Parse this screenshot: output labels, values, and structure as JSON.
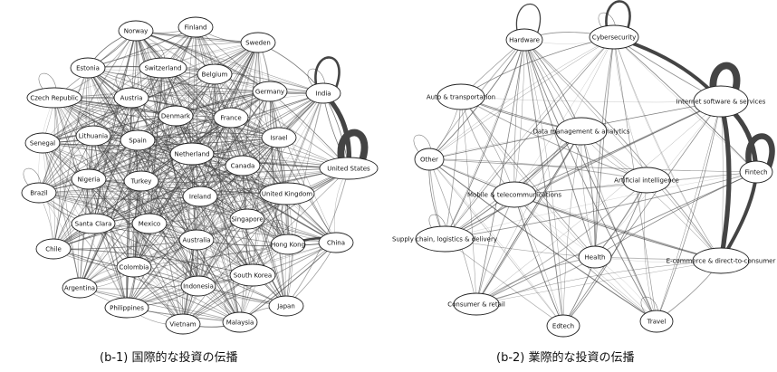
{
  "captions": {
    "left": "(b-1) 国際的な投資の伝播",
    "right": "(b-2) 業際的な投資の伝播"
  },
  "colors": {
    "edge": "#444444",
    "node_fill": "#ffffff",
    "node_stroke": "#222222"
  },
  "country_network": {
    "nodes": [
      "Norway",
      "Finland",
      "Sweden",
      "Estonia",
      "Switzerland",
      "Belgium",
      "Germany",
      "India",
      "Czech Republic",
      "Austria",
      "France",
      "Denmark",
      "Lithuania",
      "Israel",
      "Senegal",
      "Spain",
      "Netherland",
      "Canada",
      "United States",
      "Brazil",
      "Nigeria",
      "Turkey",
      "Ireland",
      "United Kingdom",
      "Santa Clara",
      "Mexico",
      "Singapore",
      "Chile",
      "Australia",
      "Hong Kong",
      "China",
      "Colombia",
      "South Korea",
      "Argentina",
      "Indonesia",
      "Philippines",
      "Japan",
      "Vietnam",
      "Malaysia"
    ],
    "heavy_edges": [
      {
        "from": "India",
        "to": "United States",
        "weight": 4
      },
      {
        "from": "United States",
        "to": "United States",
        "weight": 6
      },
      {
        "from": "India",
        "to": "India",
        "weight": 2
      },
      {
        "from": "China",
        "to": "Hong Kong",
        "weight": 2
      }
    ]
  },
  "industry_network": {
    "nodes": [
      "Hardware",
      "Cybersecurity",
      "Auto & transportation",
      "Internet software & services",
      "Data management & analytics",
      "Other",
      "Fintech",
      "Artificial intelligence",
      "Mobile & telecommunications",
      "Supply chain, logistics & delivery",
      "Health",
      "E-commerce & direct-to-consumer",
      "Consumer & retail",
      "Edtech",
      "Travel"
    ],
    "node_labels": [
      "Hardware",
      "Cybersecurity",
      "Auto & transportation",
      "Internet software & services",
      "Data management & analytics",
      "Other",
      "Fintech",
      "Artificial intelligence",
      "Mobile & telecommunications",
      "Supply chain, logistics & delivery",
      "Health",
      "E-commerce & direct-to-consumer",
      "Consumer & retail",
      "Edtech",
      "Travel"
    ],
    "heavy_edges": [
      {
        "from": "Internet software & services",
        "to": "Internet software & services",
        "weight": 6
      },
      {
        "from": "Fintech",
        "to": "Fintech",
        "weight": 5
      },
      {
        "from": "Internet software & services",
        "to": "Fintech",
        "weight": 4
      },
      {
        "from": "Internet software & services",
        "to": "E-commerce & direct-to-consumer",
        "weight": 4
      },
      {
        "from": "Cybersecurity",
        "to": "Internet software & services",
        "weight": 3
      },
      {
        "from": "Fintech",
        "to": "E-commerce & direct-to-consumer",
        "weight": 3
      },
      {
        "from": "Cybersecurity",
        "to": "Cybersecurity",
        "weight": 2
      },
      {
        "from": "Hardware",
        "to": "Hardware",
        "weight": 1
      }
    ]
  }
}
